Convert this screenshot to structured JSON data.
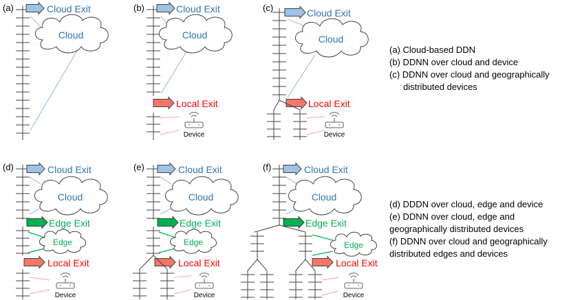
{
  "panels": [
    {
      "id": "a",
      "label": "(a)",
      "cloud_exit": "Cloud Exit",
      "cloud": "Cloud"
    },
    {
      "id": "b",
      "label": "(b)",
      "cloud_exit": "Cloud Exit",
      "cloud": "Cloud",
      "local_exit": "Local Exit",
      "device": "Device"
    },
    {
      "id": "c",
      "label": "(c)",
      "cloud_exit": "Cloud Exit",
      "cloud": "Cloud",
      "local_exit": "Local Exit",
      "device": "Device"
    },
    {
      "id": "d",
      "label": "(d)",
      "cloud_exit": "Cloud Exit",
      "cloud": "Cloud",
      "edge_exit": "Edge Exit",
      "edge": "Edge",
      "local_exit": "Local Exit",
      "device": "Device"
    },
    {
      "id": "e",
      "label": "(e)",
      "cloud_exit": "Cloud Exit",
      "cloud": "Cloud",
      "edge_exit": "Edge Exit",
      "edge": "Edge",
      "local_exit": "Local Exit",
      "device": "Device"
    },
    {
      "id": "f",
      "label": "(f)",
      "cloud_exit": "Cloud Exit",
      "cloud": "Cloud",
      "edge_exit": "Edge Exit",
      "edge": "Edge",
      "local_exit": "Local Exit",
      "device": "Device"
    }
  ],
  "legend_top": [
    {
      "text": "(a)  Cloud-based DDN"
    },
    {
      "text": "(b)  DDNN over cloud and device"
    },
    {
      "text": "(c)  DDNN over cloud and geographically"
    },
    {
      "text": "distributed devices"
    }
  ],
  "legend_bottom": [
    {
      "text": "(d) DDDN over cloud, edge and device"
    },
    {
      "text": "(e) DDNN over cloud, edge and"
    },
    {
      "text": "geographically distributed devices"
    },
    {
      "text": "(f) DDNN over cloud and geographically"
    },
    {
      "text": "distributed edges and devices"
    }
  ],
  "colors": {
    "cloud_text": "#2e75b6",
    "cloud_arrow": "#9dc3e6",
    "edge_text": "#00b050",
    "edge_arrow": "#00b050",
    "local_text": "#ff0000",
    "local_arrow": "#f4776a",
    "layer_line": "#404040",
    "cloud_link": "#9dc3e6",
    "edge_link": "#00b050",
    "device_link": "#f4b6ad",
    "device_icon": "#7f7f7f"
  }
}
